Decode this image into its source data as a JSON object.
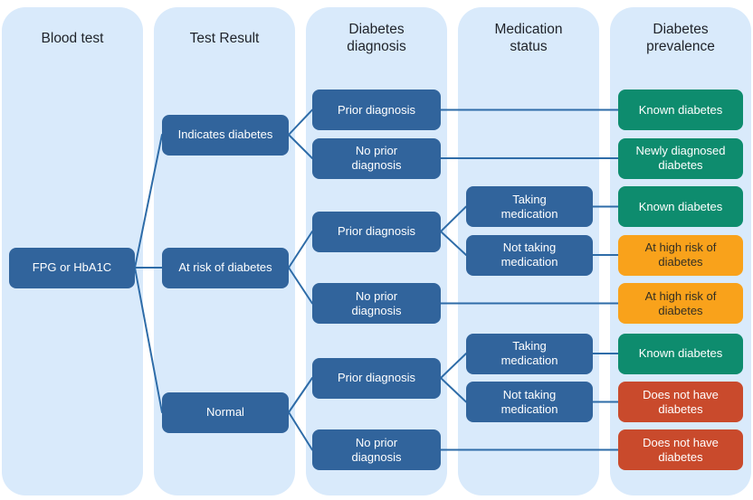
{
  "colors": {
    "panel": "#D9EAFB",
    "blue": "#31649C",
    "green": "#0E8C6E",
    "orange": "#F9A21B",
    "red": "#C94A2C",
    "connector": "#2E6CA8",
    "header_text": "#20242B",
    "node_text_light": "#FFFFFF",
    "node_text_dark": "#332E23"
  },
  "columns": [
    {
      "title": "Blood test",
      "nodes": [
        {
          "label": "FPG or HbA1C",
          "type": "blue"
        }
      ]
    },
    {
      "title": "Test Result",
      "nodes": [
        {
          "label": "Indicates diabetes",
          "type": "blue"
        },
        {
          "label": "At risk of diabetes",
          "type": "blue"
        },
        {
          "label": "Normal",
          "type": "blue"
        }
      ]
    },
    {
      "title": "Diabetes\ndiagnosis",
      "nodes": [
        {
          "label": "Prior diagnosis",
          "type": "blue"
        },
        {
          "label": "No prior\ndiagnosis",
          "type": "blue"
        },
        {
          "label": "Prior diagnosis",
          "type": "blue"
        },
        {
          "label": "No prior\ndiagnosis",
          "type": "blue"
        },
        {
          "label": "Prior diagnosis",
          "type": "blue"
        },
        {
          "label": "No prior\ndiagnosis",
          "type": "blue"
        }
      ]
    },
    {
      "title": "Medication\nstatus",
      "nodes": [
        {
          "label": "Taking\nmedication",
          "type": "blue"
        },
        {
          "label": "Not taking\nmedication",
          "type": "blue"
        },
        {
          "label": "Taking\nmedication",
          "type": "blue"
        },
        {
          "label": "Not taking\nmedication",
          "type": "blue"
        }
      ]
    },
    {
      "title": "Diabetes\nprevalence",
      "nodes": [
        {
          "label": "Known diabetes",
          "type": "green"
        },
        {
          "label": "Newly diagnosed\ndiabetes",
          "type": "green"
        },
        {
          "label": "Known diabetes",
          "type": "green"
        },
        {
          "label": "At high risk of\ndiabetes",
          "type": "orange"
        },
        {
          "label": "At high risk of\ndiabetes",
          "type": "orange"
        },
        {
          "label": "Known diabetes",
          "type": "green"
        },
        {
          "label": "Does not have\ndiabetes",
          "type": "red"
        },
        {
          "label": "Does not have\ndiabetes",
          "type": "red"
        }
      ]
    }
  ]
}
